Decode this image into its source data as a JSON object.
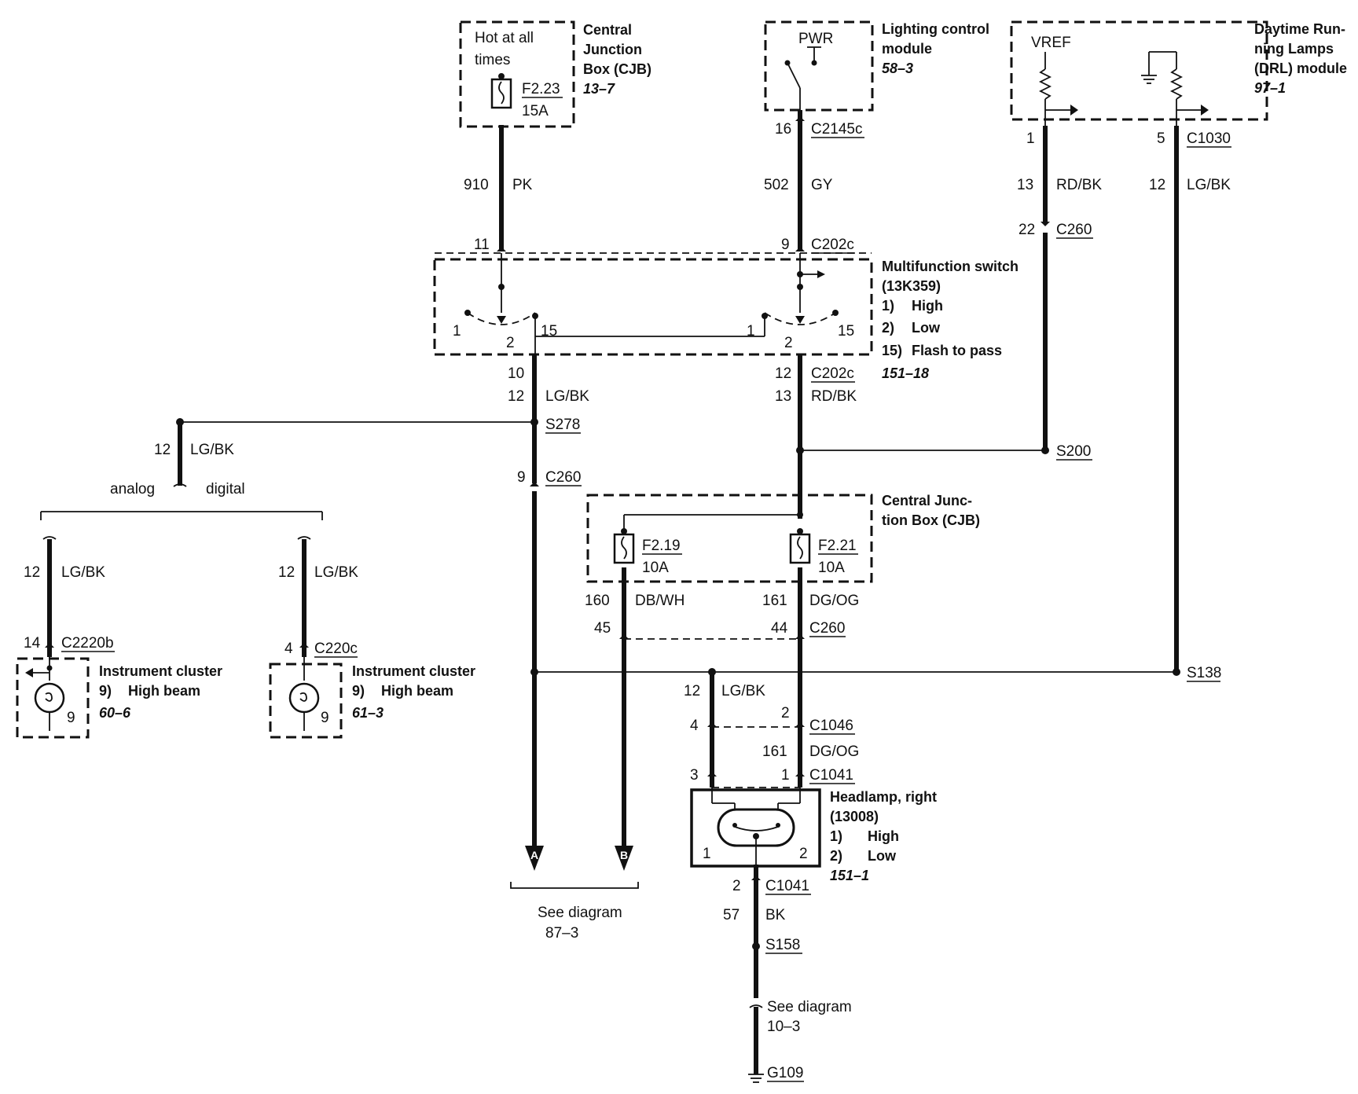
{
  "cjb_top": {
    "inner_line1": "Hot at all",
    "inner_line2": "times",
    "fuse": "F2.23",
    "rating": "15A",
    "title_line1": "Central",
    "title_line2": "Junction",
    "title_line3": "Box (CJB)",
    "ref": "13–7"
  },
  "lcm": {
    "inner": "PWR",
    "title_line1": "Lighting control",
    "title_line2": "module",
    "ref": "58–3"
  },
  "drl": {
    "inner": "VREF",
    "title_line1": "Daytime Run-",
    "title_line2": "ning Lamps",
    "title_line3": "(DRL) module",
    "ref": "97–1"
  },
  "wires": {
    "pk_circuit": "910",
    "pk_color": "PK",
    "gy_circuit": "502",
    "gy_color": "GY",
    "drl_pin1": "1",
    "drl_pin5": "5",
    "drl_connector": "C1030",
    "drl_rdbk_circuit": "13",
    "drl_rdbk_color": "RD/BK",
    "drl_lgbk_circuit": "12",
    "drl_lgbk_color": "LG/BK",
    "c260_pin22": "22",
    "c260_22_label": "C260",
    "lcm_pin16": "16",
    "lcm_connector": "C2145c",
    "pin11": "11",
    "pin9_top": "9",
    "c202c_top": "C202c",
    "pin10": "10",
    "pin12_mid": "12",
    "c202c_bottom": "C202c",
    "lgbk_circuit_mid": "12",
    "lgbk_color_mid": "LG/BK",
    "rdbk_circuit_mid": "13",
    "rdbk_color_mid": "RD/BK",
    "s278": "S278",
    "s200": "S200",
    "left_circuit": "12",
    "left_color": "LG/BK",
    "analog": "analog",
    "digital": "digital",
    "pin9_c260": "9",
    "c260_left": "C260",
    "ic1_circuit": "12",
    "ic1_color": "LG/BK",
    "ic2_circuit": "12",
    "ic2_color": "LG/BK",
    "ic1_pin": "14",
    "ic1_connector": "C2220b",
    "ic2_pin": "4",
    "ic2_connector": "C220c",
    "dbwh_circuit": "160",
    "dbwh_color": "DB/WH",
    "dgog_circuit": "161",
    "dgog_color": "DG/OG",
    "pin45": "45",
    "pin44": "44",
    "c260_mid": "C260",
    "s138": "S138",
    "hl_lgbk_circuit": "12",
    "hl_lgbk_color": "LG/BK",
    "pin4_c1046": "4",
    "pin2_c1046": "2",
    "c1046": "C1046",
    "dgog2_circuit": "161",
    "dgog2_color": "DG/OG",
    "pin3_c1041": "3",
    "pin1_c1041": "1",
    "c1041_top": "C1041",
    "pin2_c1041": "2",
    "c1041_bottom": "C1041",
    "bk_circuit": "57",
    "bk_color": "BK",
    "s158": "S158",
    "g109": "G109"
  },
  "switch": {
    "title_line1": "Multifunction switch",
    "title_line2": "(13K359)",
    "item1_num": "1)",
    "item1": "High",
    "item2_num": "2)",
    "item2": "Low",
    "item3_num": "15)",
    "item3": "Flash to pass",
    "ref": "151–18",
    "pin_1_left": "1",
    "pin_2_left": "2",
    "pin_15_left": "15",
    "pin_1_right": "1",
    "pin_2_right": "2",
    "pin_15_right": "15"
  },
  "cjb_mid": {
    "title_line1": "Central Junc-",
    "title_line2": "tion Box (CJB)",
    "fuse1": "F2.19",
    "rating1": "10A",
    "fuse2": "F2.21",
    "rating2": "10A"
  },
  "cluster1": {
    "title": "Instrument cluster",
    "item_num": "9)",
    "item": "High beam",
    "ref": "60–6",
    "pin": "9"
  },
  "cluster2": {
    "title": "Instrument cluster",
    "item_num": "9)",
    "item": "High beam",
    "ref": "61–3",
    "pin": "9"
  },
  "headlamp": {
    "title_line1": "Headlamp, right",
    "title_line2": "(13008)",
    "item1_num": "1)",
    "item1": "High",
    "item2_num": "2)",
    "item2": "Low",
    "ref": "151–1",
    "pin1": "1",
    "pin2": "2"
  },
  "arrows": {
    "a": "A",
    "b": "B"
  },
  "see1": {
    "line1": "See diagram",
    "line2": "87–3"
  },
  "see2": {
    "line1": "See diagram",
    "line2": "10–3"
  }
}
